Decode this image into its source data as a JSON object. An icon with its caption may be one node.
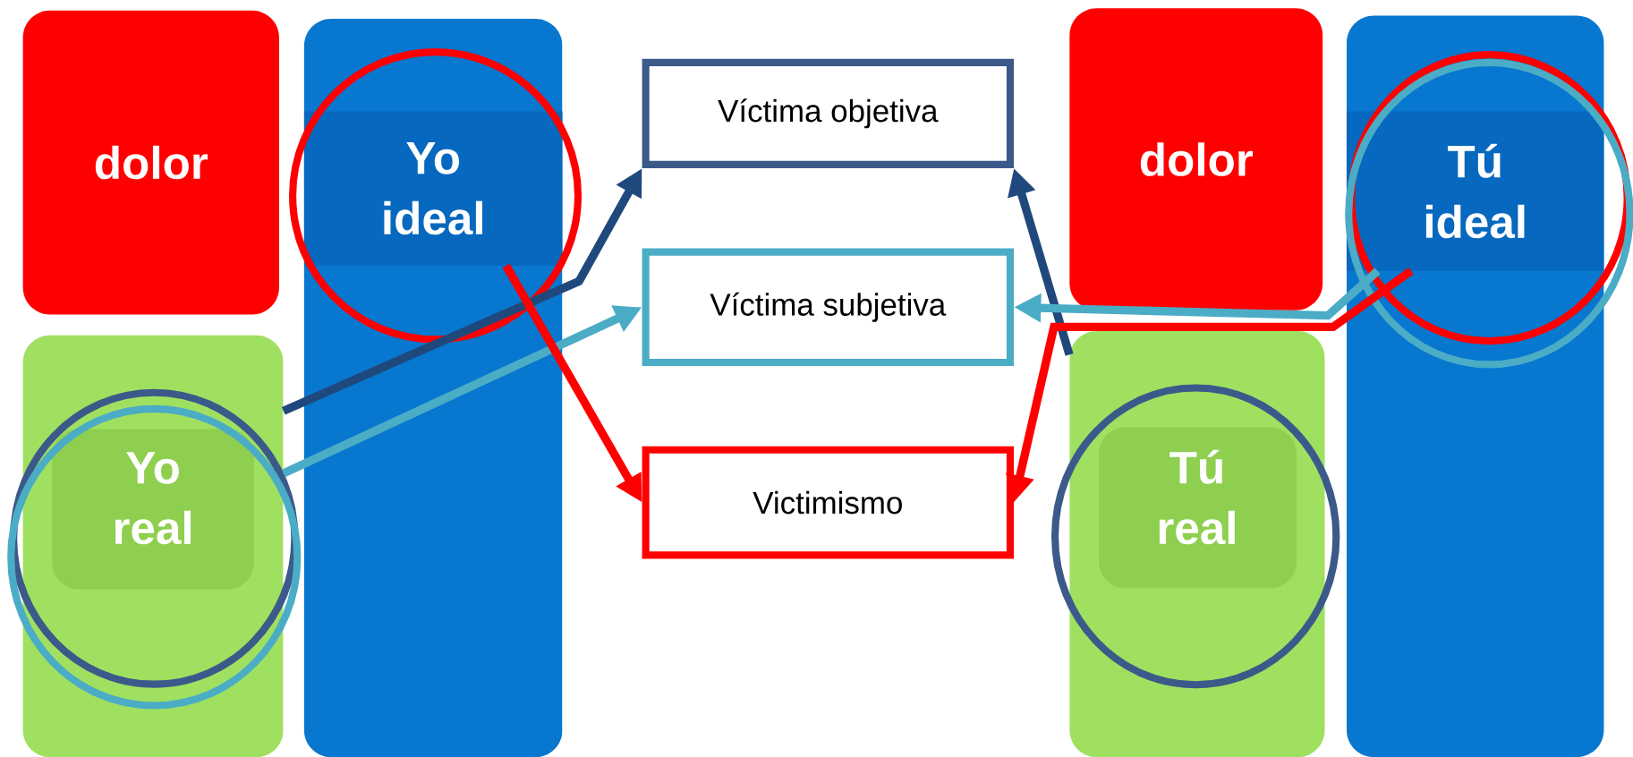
{
  "diagram": {
    "nodes": [
      {
        "text": [
          "dolor"
        ]
      },
      {
        "text": [
          "Yo ideal"
        ]
      },
      {
        "text": [
          "Víctima objetiva"
        ]
      },
      {
        "text": [
          "dolor"
        ]
      },
      {
        "text": [
          "Tú ideal"
        ]
      },
      {
        "text": [
          "Víctima subjetiva"
        ]
      },
      {
        "text": [
          "Yo real"
        ]
      },
      {
        "text": [
          "Victimismo"
        ]
      },
      {
        "text": [
          "Tú real"
        ]
      }
    ],
    "edges": [
      {
        "from": 6,
        "to": 2,
        "arrow": "to",
        "color": "#1f497d"
      },
      {
        "from": 6,
        "to": 5,
        "arrow": "to",
        "color": "#4bacc6"
      },
      {
        "from": 1,
        "to": 7,
        "arrow": "to",
        "color": "#ff0000"
      },
      {
        "from": 8,
        "to": 2,
        "arrow": "to",
        "color": "#1f497d"
      },
      {
        "from": 4,
        "to": 5,
        "arrow": "to",
        "color": "#4bacc6"
      },
      {
        "from": 4,
        "to": 7,
        "arrow": "to",
        "color": "#ff0000"
      }
    ]
  }
}
